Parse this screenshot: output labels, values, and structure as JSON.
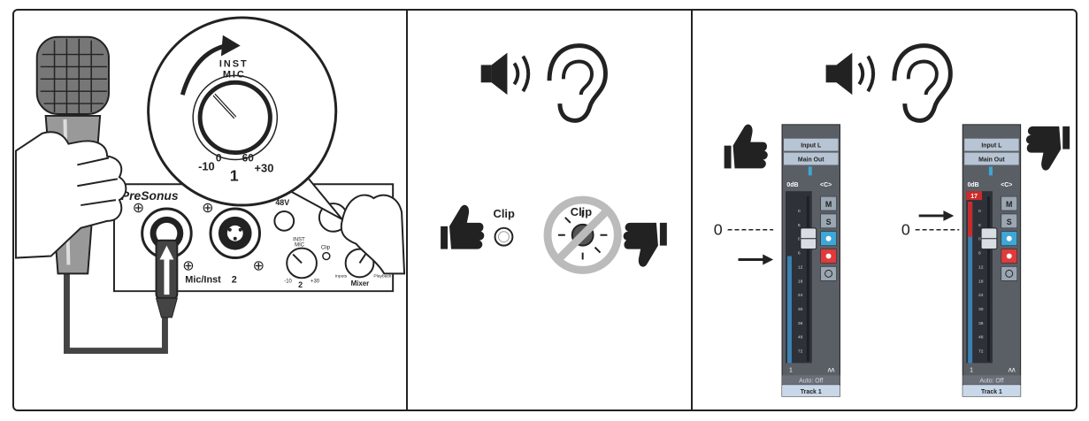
{
  "panel1": {
    "knob": {
      "top_label_1": "INST",
      "top_label_2": "MIC",
      "min": "-10",
      "zero": "0",
      "sixty": "60",
      "max": "+30",
      "channel": "1"
    },
    "device": {
      "brand": "PreSonus",
      "phantom": "48V",
      "clip": "Clip",
      "input1": "Mic/Inst",
      "input2": "2",
      "small_knob_top_1": "INST",
      "small_knob_top_2": "MIC",
      "small_knob_min": "-10",
      "small_knob_max": "+30",
      "small_knob_channel": "2",
      "mixer": "Mixer",
      "inputs": "Inputs",
      "playback": "Playback"
    }
  },
  "panel2": {
    "clip_good": "Clip",
    "clip_bad": "Clip"
  },
  "panel3": {
    "strip": {
      "input": "Input L",
      "output": "Main Out",
      "level": "0dB",
      "pan": "<C>",
      "btn_m": "M",
      "btn_s": "S",
      "channel_no": "1",
      "auto": "Auto: Off",
      "track": "Track 1",
      "scale": [
        "0",
        "6",
        "0",
        "6",
        "12",
        "18",
        "24",
        "30",
        "36",
        "48",
        "72"
      ]
    },
    "clip_value": "17",
    "zero_left": "0",
    "zero_right": "0"
  },
  "colors": {
    "outline": "#222222",
    "meter_blue": "#3b82b4",
    "meter_red": "#cc2b2b",
    "track_bg": "#c9d8e8",
    "strip_bg": "#5a5f66",
    "rec": "#e03a3a",
    "mon": "#3fa7d6"
  }
}
